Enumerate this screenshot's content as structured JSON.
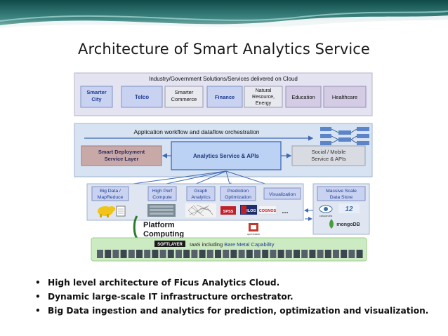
{
  "slide": {
    "title": "Architecture of Smart Analytics Service",
    "bullets": [
      "High level architecture of Ficus Analytics Cloud.",
      "Dynamic large-scale IT infrastructure orchestrator.",
      "Big Data ingestion and analytics for prediction, optimization and visualization."
    ]
  },
  "diagram": {
    "solutions_header": "Industry/Government Solutions/Services delivered on Cloud",
    "solutions": [
      [
        "Smarter",
        "City"
      ],
      [
        "Telco"
      ],
      [
        "Smarter",
        "Commerce"
      ],
      [
        "Finance"
      ],
      [
        "Natural",
        "Resource,",
        "Energy"
      ],
      [
        "Education"
      ],
      [
        "Healthcare"
      ]
    ],
    "orchestration_header": "Application workflow and dataflow orchestration",
    "smart_deployment": [
      "Smart Deployment",
      "Service Layer"
    ],
    "analytics_service": "Analytics Service & APIs",
    "social_mobile": [
      "Social / Mobile",
      "Service & APIs"
    ],
    "analytics_modules": [
      [
        "Big Data /",
        "MapReduce"
      ],
      [
        "High Perf",
        "Compute"
      ],
      [
        "Graph",
        "Analytics"
      ],
      [
        "Prediction",
        "Optimization"
      ],
      [
        "Visualization"
      ]
    ],
    "data_store": [
      "Massive Scale",
      "Data Store"
    ],
    "platform_computing": [
      "Platform",
      "Computing"
    ],
    "softlayer_logo": "SOFTLAYER",
    "iaas_label": "IaaS including ",
    "iaas_highlight": "Bare Metal Capability",
    "logo_labels": {
      "spss": "SPSS",
      "ilog": "ILOG",
      "cognos": "COGNOS",
      "ellipsis": "...",
      "cassandra": "cassandra",
      "mongodb": "mongoDB",
      "openstack": "openstack"
    }
  },
  "colors": {
    "solutions_box": "#e3e3f1",
    "orchestration_box": "#d7e3f2",
    "modules_box": "#dfe6f2",
    "infra_bar": "#cdebc2",
    "smart_deployment": "#c9a8a8",
    "analytics_service": "#bcd2f4",
    "arrow_blue": "#3d69b5",
    "title_text": "#1a1a1a"
  }
}
